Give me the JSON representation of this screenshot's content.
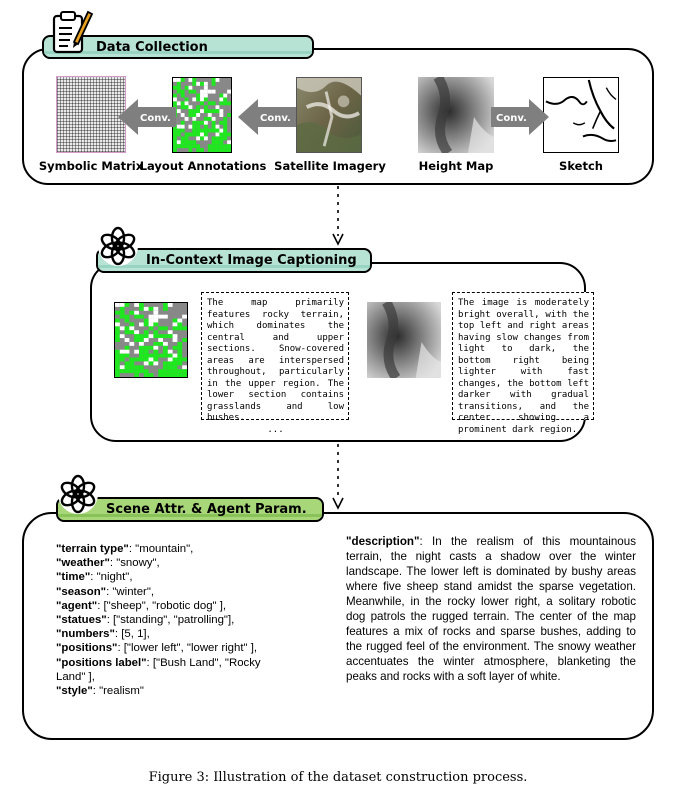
{
  "colors": {
    "tab_fill": "#b6e3d4",
    "tab_fill_3": "#a8d779",
    "arrow_gray": "#7f7f7f",
    "green": "#1ee81e",
    "rock_gray": "#888888"
  },
  "stage1": {
    "title": "Data Collection",
    "icon": "clipboard-pencil-icon",
    "items": {
      "symbolic_matrix": "Symbolic Matrix",
      "layout_annotations": "Layout Annotations",
      "satellite_imagery": "Satellite Imagery",
      "height_map": "Height Map",
      "sketch": "Sketch"
    },
    "arrow_label": "Conv."
  },
  "stage2": {
    "title": "In-Context Image Captioning",
    "icon": "openai-logo-icon",
    "caption_1": "The map primarily features rocky terrain, which dominates the central and upper sections. Snow-covered areas are interspersed throughout, particularly in the upper region. The lower section contains grasslands and low bushes.",
    "caption_1_more": "...",
    "caption_2": "The image is moderately bright overall, with the top left and right areas having slow changes from light to dark, the bottom right being lighter with fast changes, the bottom left darker with gradual transitions, and the center showing a prominent dark region."
  },
  "stage3": {
    "title": "Scene Attr. & Agent Param.",
    "icon": "openai-logo-icon",
    "attributes": [
      {
        "key": "\"terrain type\"",
        "value": ": \"mountain\","
      },
      {
        "key": "\"weather\"",
        "value": ": \"snowy\","
      },
      {
        "key": "\"time\"",
        "value": ": \"night\","
      },
      {
        "key": "\"season\"",
        "value": ": \"winter\","
      },
      {
        "key": "\"agent\"",
        "value": ": [\"sheep\", \"robotic dog\" ],"
      },
      {
        "key": "\"statues\"",
        "value": ": [\"standing\", \"patrolling\"],"
      },
      {
        "key": "\"numbers\"",
        "value": ": [5, 1],"
      },
      {
        "key": "\"positions\"",
        "value": ": [\"lower left\", \"lower right\" ],"
      },
      {
        "key": "\"positions label\"",
        "value": ": [\"Bush Land\", \"Rocky"
      },
      {
        "key": "",
        "value": "Land\" ],"
      },
      {
        "key": "\"style\"",
        "value": ": \"realism\""
      }
    ],
    "description_key": "\"description\"",
    "description_text": ": In the realism of this mountainous terrain, the night casts a shadow over the winter landscape. The lower left is dominated by bushy areas where five sheep stand amidst the sparse vegetation. Meanwhile, in the rocky lower right, a solitary robotic dog patrols the rugged terrain. The center of the map features a mix of rocks and sparse bushes, adding to the rugged feel of the environment. The snowy weather accentuates the winter atmosphere, blanketing the peaks and rocks with a soft layer of white."
  },
  "caption": "Figure 3: Illustration of the dataset construction process."
}
